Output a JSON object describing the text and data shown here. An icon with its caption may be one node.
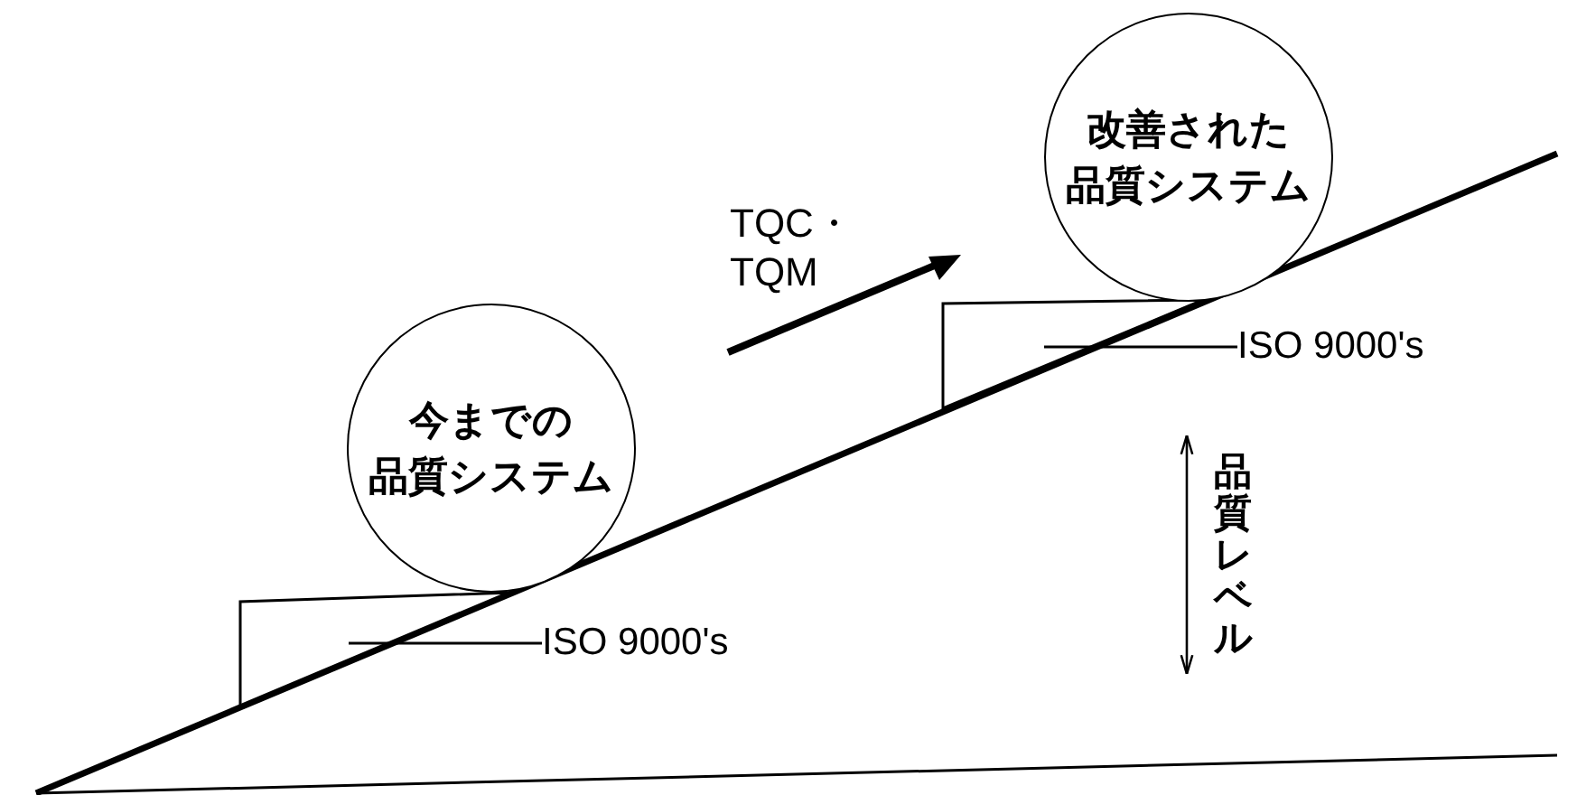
{
  "diagram": {
    "nodes": [
      {
        "text": [
          "今までの",
          "品質システム"
        ]
      },
      {
        "text": [],
        "shape": "wedge"
      },
      {
        "text": [
          "ISO 9000's"
        ]
      },
      {
        "text": [
          "改善された",
          "品質システム"
        ]
      },
      {
        "text": [],
        "shape": "wedge"
      },
      {
        "text": [
          "ISO 9000's"
        ]
      }
    ],
    "edges": [
      {
        "from": 2,
        "to": 1,
        "arrow": "none"
      },
      {
        "from": 5,
        "to": 4,
        "arrow": "none"
      }
    ],
    "labels": [
      "TQC・ TQM",
      "品質レベル"
    ]
  }
}
